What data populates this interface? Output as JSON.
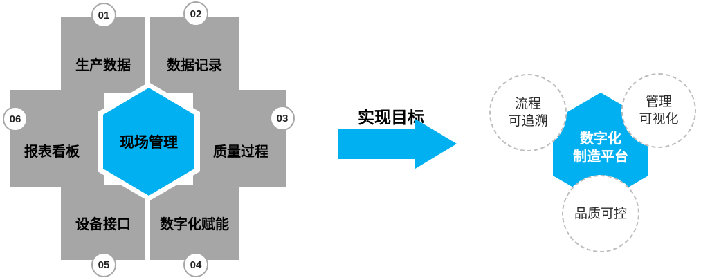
{
  "left_cluster": {
    "center_label": "现场管理",
    "items": [
      {
        "num": "01",
        "label": "生产数据"
      },
      {
        "num": "02",
        "label": "数据记录"
      },
      {
        "num": "03",
        "label": "质量过程"
      },
      {
        "num": "04",
        "label": "数字化赋能"
      },
      {
        "num": "05",
        "label": "设备接口"
      },
      {
        "num": "06",
        "label": "报表看板"
      }
    ]
  },
  "arrow": {
    "label": "实现目标"
  },
  "right_cluster": {
    "hexagon": {
      "line1": "数字化",
      "line2": "制造平台"
    },
    "circles": [
      {
        "line1": "流程",
        "line2": "可追溯"
      },
      {
        "line1": "管理",
        "line2": "可视化"
      },
      {
        "line1": "品质可控",
        "line2": ""
      }
    ]
  },
  "colors": {
    "accent": "#00B0F0",
    "block_gray": "#A6A6A6",
    "dashed_border": "#BDBDBD"
  }
}
